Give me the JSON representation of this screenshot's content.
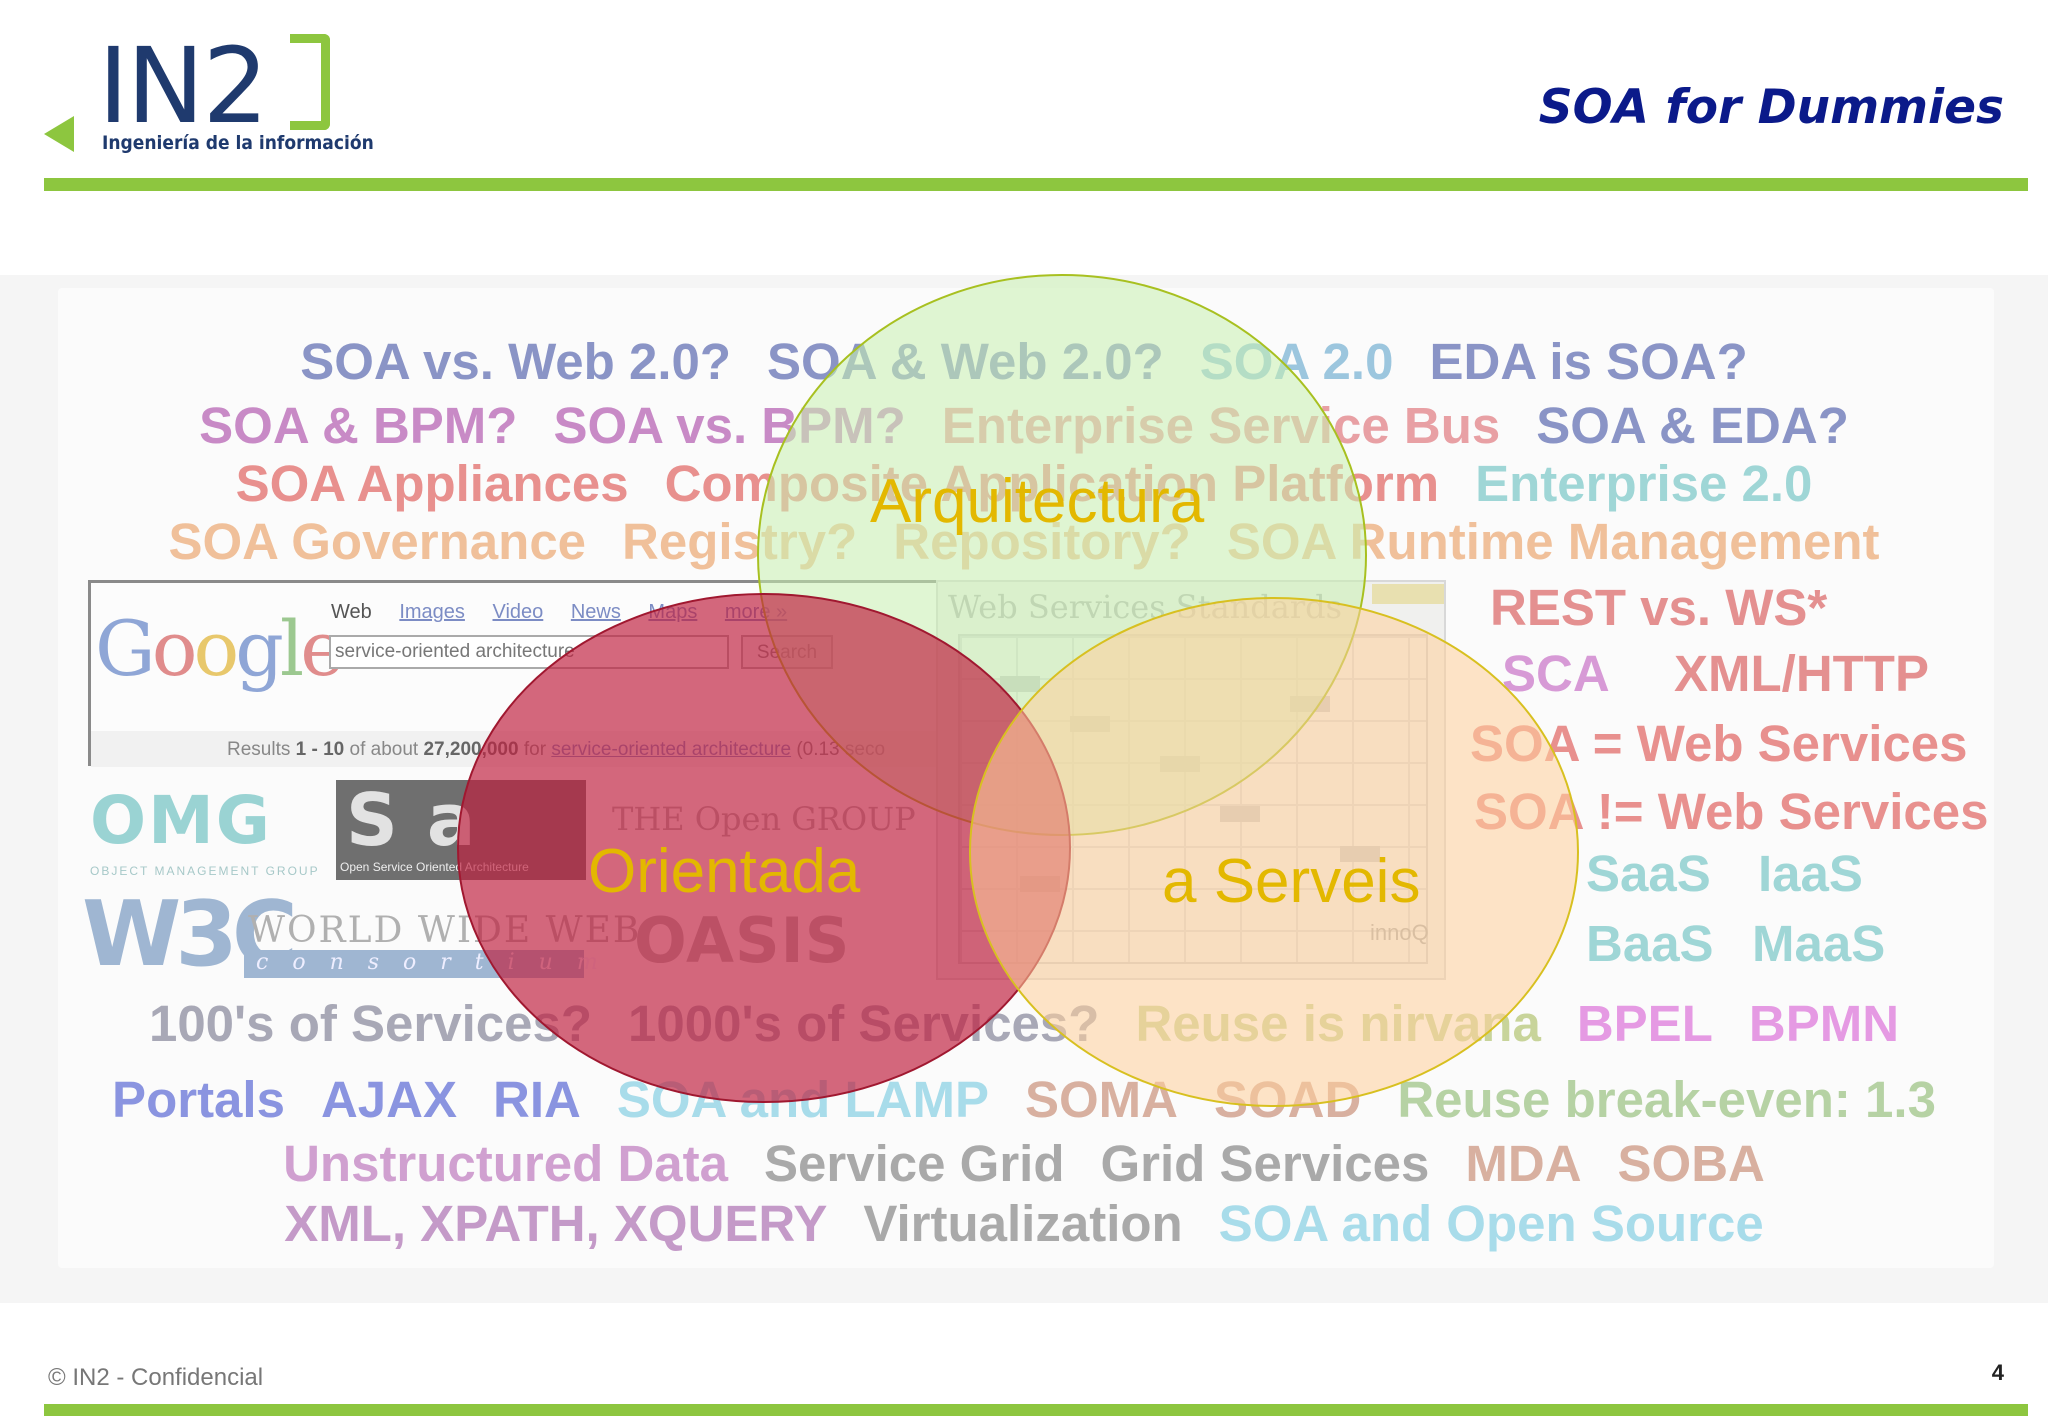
{
  "header": {
    "logo_text": "IN2",
    "logo_subtitle": "Ingeniería de la información",
    "title": "SOA for Dummies"
  },
  "cloud": {
    "line1": [
      {
        "text": "SOA vs. Web 2.0?",
        "color": "#8a94c6"
      },
      {
        "text": "SOA & Web 2.0?",
        "color": "#8a94c6"
      },
      {
        "text": "SOA 2.0",
        "color": "#9cc6de"
      },
      {
        "text": "EDA is SOA?",
        "color": "#8a94c6"
      }
    ],
    "line2": [
      {
        "text": "SOA & BPM?",
        "color": "#c88ac6"
      },
      {
        "text": "SOA vs. BPM?",
        "color": "#c88ac6"
      },
      {
        "text": "Enterprise Service Bus",
        "color": "#e8a0a4"
      },
      {
        "text": "SOA & EDA?",
        "color": "#8a94c6"
      }
    ],
    "line3": [
      {
        "text": "SOA Appliances",
        "color": "#e8908e"
      },
      {
        "text": "Composite Application Platform",
        "color": "#e8908e"
      },
      {
        "text": "Enterprise 2.0",
        "color": "#9fd6d6"
      }
    ],
    "line4": [
      {
        "text": "SOA Governance",
        "color": "#f0c09a"
      },
      {
        "text": "Registry?",
        "color": "#f0c09a"
      },
      {
        "text": "Repository?",
        "color": "#f0c09a"
      },
      {
        "text": "SOA Runtime Management",
        "color": "#f0c09a"
      }
    ],
    "right_block": [
      {
        "text": "REST vs. WS*",
        "color": "#e49090"
      },
      {
        "text": "SCA",
        "color": "#d79ad6"
      },
      {
        "text": "XML/HTTP",
        "color": "#e49090"
      },
      {
        "text": "SOA = Web Services",
        "color": "#e8908e"
      },
      {
        "text": "SOA != Web Services",
        "color": "#e8908e"
      },
      {
        "text": "SaaS",
        "color": "#9fd6d6"
      },
      {
        "text": "IaaS",
        "color": "#9fd6d6"
      },
      {
        "text": "BaaS",
        "color": "#9fd6d6"
      },
      {
        "text": "MaaS",
        "color": "#9fd6d6"
      }
    ],
    "line9": [
      {
        "text": "100's of Services?",
        "color": "#a8a8b6"
      },
      {
        "text": "1000's of Services?",
        "color": "#a8a8b6"
      },
      {
        "text": "Reuse is nirvana",
        "color": "#c8d49a"
      },
      {
        "text": "BPEL",
        "color": "#e59ae3"
      },
      {
        "text": "BPMN",
        "color": "#e59ae3"
      }
    ],
    "line10": [
      {
        "text": "Portals",
        "color": "#8a94e0"
      },
      {
        "text": "AJAX",
        "color": "#8a94e0"
      },
      {
        "text": "RIA",
        "color": "#8a94e0"
      },
      {
        "text": "SOA and LAMP",
        "color": "#a8dcea"
      },
      {
        "text": "SOMA",
        "color": "#d8b0a0"
      },
      {
        "text": "SOAD",
        "color": "#d8b0a0"
      },
      {
        "text": "Reuse break-even: 1.3",
        "color": "#b6d2a4"
      }
    ],
    "line11": [
      {
        "text": "Unstructured Data",
        "color": "#d0a0d0"
      },
      {
        "text": "Service Grid",
        "color": "#a9a9a9"
      },
      {
        "text": "Grid Services",
        "color": "#a9a9a9"
      },
      {
        "text": "MDA",
        "color": "#d8b0a0"
      },
      {
        "text": "SOBA",
        "color": "#d8b0a0"
      }
    ],
    "line12": [
      {
        "text": "XML, XPATH, XQUERY",
        "color": "#c49ac8"
      },
      {
        "text": "Virtualization",
        "color": "#a9a9a9"
      },
      {
        "text": "SOA and Open Source",
        "color": "#a8dcea"
      }
    ]
  },
  "google": {
    "nav": [
      "Web",
      "Images",
      "Video",
      "News",
      "Maps",
      "more »"
    ],
    "query": "service-oriented architecture",
    "search_label": "Search",
    "results_prefix": "Results",
    "results_range": "1 - 10",
    "results_mid": "of about",
    "results_count": "27,200,000",
    "results_for": "for",
    "results_query": "service-oriented architecture",
    "results_time": "(0.13 seco"
  },
  "logos": {
    "omg": "OMG",
    "omg_sub": "OBJECT MANAGEMENT GROUP",
    "osoa": "S a",
    "osoa_sub": "Open Service Oriented Architecture",
    "opengroup": "THE Open GROUP",
    "w3c": "W3C",
    "www": "WORLD WIDE WEB",
    "consortium": "consortium",
    "oasis": "OASIS",
    "ws_title": "Web Services Standards",
    "innoq": "innoQ"
  },
  "venn": {
    "top_label": "Arquitectura",
    "left_label": "Orientada",
    "right_label": "a Serveis",
    "top_color": "#c8f0b0",
    "left_color": "#c02040",
    "right_color": "#ffd09a"
  },
  "footer": {
    "left_text": "© IN2 - Confidencial",
    "page_number": "4"
  }
}
